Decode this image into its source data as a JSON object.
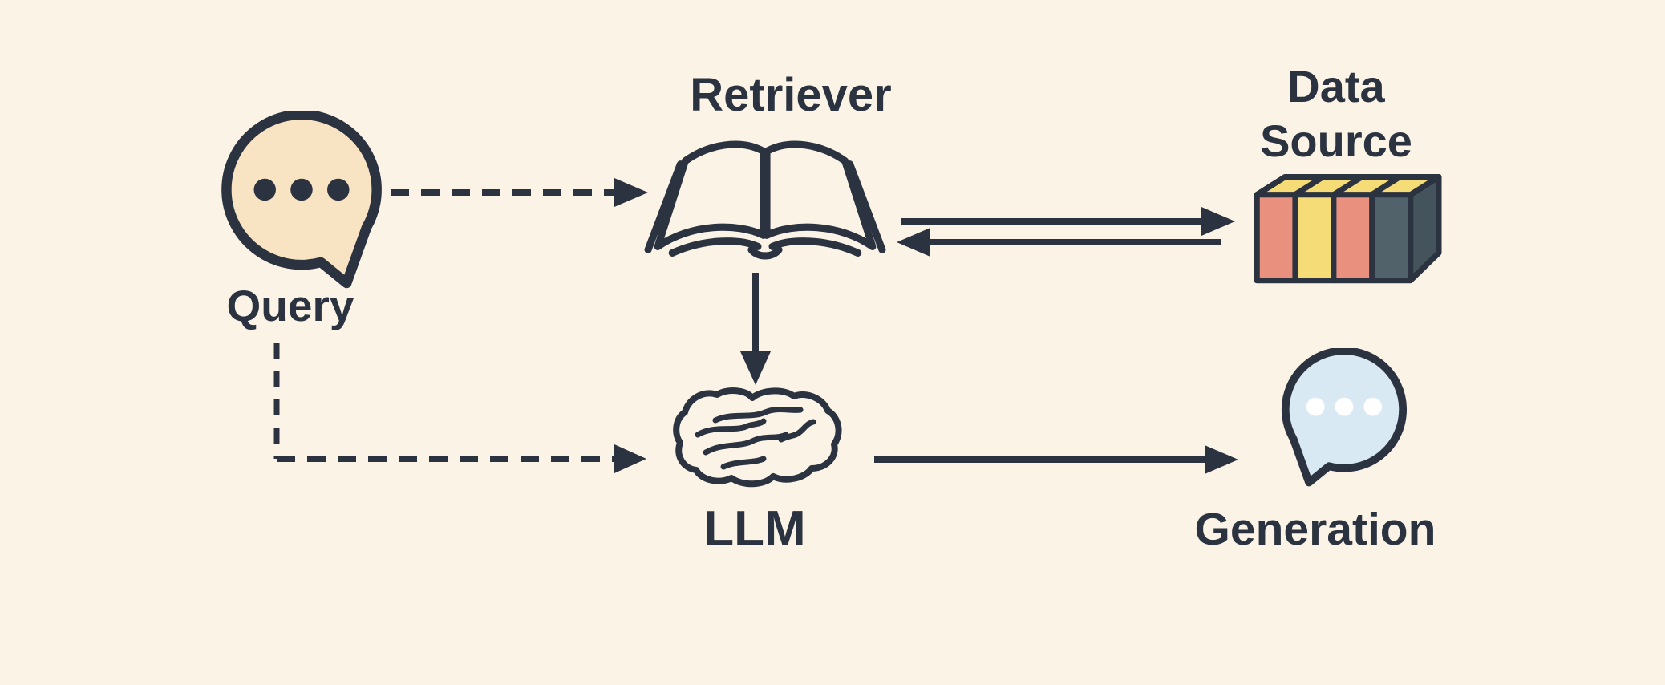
{
  "diagram": {
    "title": "RAG pipeline diagram",
    "background_color": "#FAF3E6",
    "ink_color": "#2B3240",
    "nodes": [
      {
        "id": "query",
        "label": "Query",
        "icon": "chat-bubble-icon",
        "bubble_fill": "#F8E3C3",
        "dot_color": "#2B3240"
      },
      {
        "id": "retriever",
        "label": "Retriever",
        "icon": "open-book-icon",
        "page_fill": "#FAF3E6"
      },
      {
        "id": "data_source",
        "label": "Data Source",
        "icon": "book-row-database-icon",
        "book_colors": [
          "#E9907E",
          "#F5DC77",
          "#E9907E",
          "#51626B"
        ],
        "top_color": "#F5DC77",
        "side_color": "#45545C"
      },
      {
        "id": "llm",
        "label": "LLM",
        "icon": "brain-icon",
        "brain_fill": "#FAF3E6"
      },
      {
        "id": "generation",
        "label": "Generation",
        "icon": "chat-bubble-icon",
        "bubble_fill": "#D9E9F4",
        "dot_color": "#FFFFFF"
      }
    ],
    "edges": [
      {
        "from": "query",
        "to": "retriever",
        "style": "dashed",
        "direction": "forward"
      },
      {
        "from": "retriever",
        "to": "data_source",
        "style": "solid",
        "direction": "forward"
      },
      {
        "from": "data_source",
        "to": "retriever",
        "style": "solid",
        "direction": "forward"
      },
      {
        "from": "retriever",
        "to": "llm",
        "style": "solid",
        "direction": "forward"
      },
      {
        "from": "query",
        "to": "llm",
        "style": "dashed",
        "direction": "forward"
      },
      {
        "from": "llm",
        "to": "generation",
        "style": "solid",
        "direction": "forward"
      }
    ]
  }
}
